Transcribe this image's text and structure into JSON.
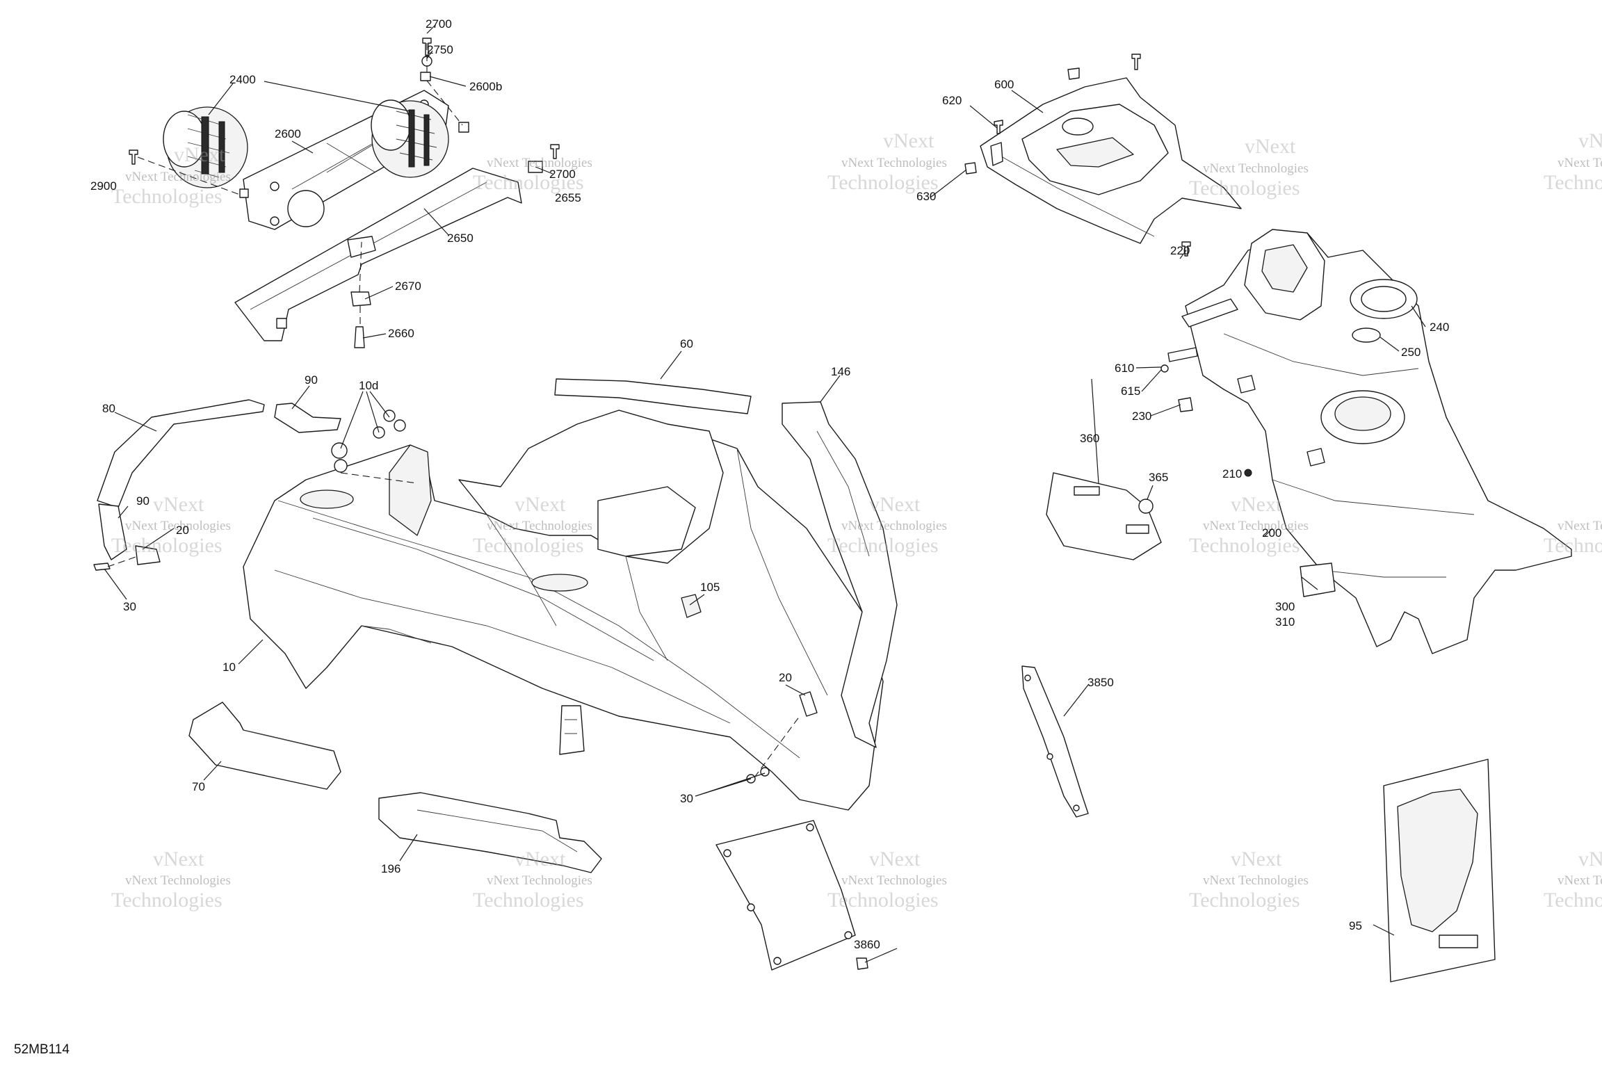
{
  "diagram": {
    "code": "52MB114",
    "watermark": {
      "line1": "vNext Technologies",
      "line2": "Technologies",
      "prefix": "vNext"
    },
    "callouts": [
      "2700",
      "2750",
      "2400",
      "2600b",
      "2600",
      "2900",
      "2700",
      "2655",
      "2650",
      "2670",
      "2660",
      "620",
      "600",
      "630",
      "220",
      "240",
      "250",
      "610",
      "615",
      "230",
      "60",
      "146",
      "80",
      "90",
      "10d",
      "90",
      "20",
      "30",
      "10",
      "105",
      "20",
      "30",
      "70",
      "196",
      "360",
      "365",
      "210",
      "200",
      "300",
      "310",
      "3850",
      "3860",
      "95"
    ]
  }
}
